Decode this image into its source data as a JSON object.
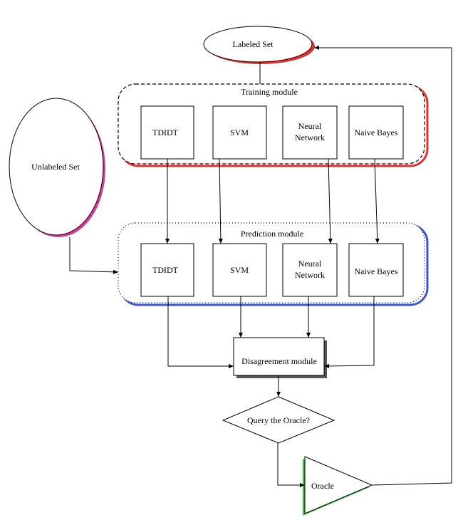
{
  "nodes": {
    "labeled_set": "Labeled Set",
    "unlabeled_set": "Unlabeled Set",
    "training_module": {
      "title": "Training module",
      "classifiers": [
        {
          "lines": [
            "TDIDT"
          ]
        },
        {
          "lines": [
            "SVM"
          ]
        },
        {
          "lines": [
            "Neural",
            "Network"
          ]
        },
        {
          "lines": [
            "Naive Bayes"
          ]
        }
      ]
    },
    "prediction_module": {
      "title": "Prediction module",
      "classifiers": [
        {
          "lines": [
            "TDIDT"
          ]
        },
        {
          "lines": [
            "SVM"
          ]
        },
        {
          "lines": [
            "Neural",
            "Network"
          ]
        },
        {
          "lines": [
            "Naive Bayes"
          ]
        }
      ]
    },
    "disagreement_module": "Disagreement module",
    "query_decision": "Query the Oracle?",
    "oracle": "Oracle"
  },
  "colors": {
    "labeled_shadow": "#e8302a",
    "unlabeled_shadow": "#d63a9a",
    "training_shadow": "#e8302a",
    "prediction_shadow": "#3a55d6",
    "oracle_shadow": "#3cc23c",
    "stroke": "#000000"
  }
}
